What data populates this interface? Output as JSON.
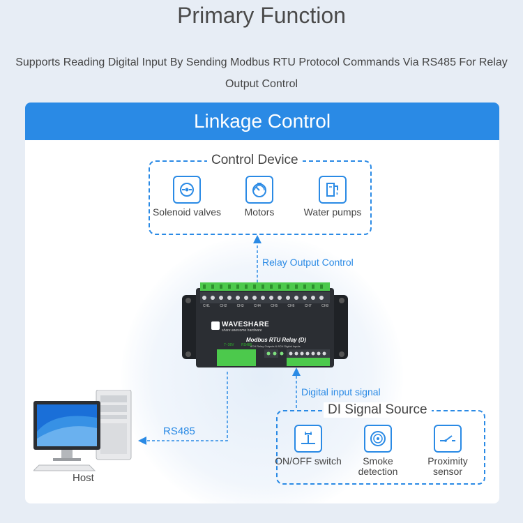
{
  "header": {
    "title": "Primary Function",
    "subtitle": "Supports Reading Digital Input By Sending Modbus RTU Protocol Commands Via RS485 For Relay Output Control"
  },
  "card": {
    "title": "Linkage Control",
    "control_device": {
      "title": "Control Device",
      "items": [
        {
          "label": "Solenoid valves",
          "icon": "solenoid-valve-icon"
        },
        {
          "label": "Motors",
          "icon": "motor-icon"
        },
        {
          "label": "Water pumps",
          "icon": "water-pump-icon"
        }
      ]
    },
    "di_source": {
      "title": "DI Signal Source",
      "items": [
        {
          "label": "ON/OFF switch",
          "icon": "switch-icon"
        },
        {
          "label": "Smoke detection",
          "icon": "smoke-detector-icon"
        },
        {
          "label": "Proximity sensor",
          "icon": "proximity-sensor-icon"
        }
      ]
    },
    "connections": {
      "relay_output": "Relay Output Control",
      "digital_input": "Digital input signal",
      "rs485": "RS485"
    },
    "host": {
      "label": "Host"
    },
    "device": {
      "brand": "WAVESHARE",
      "tagline": "share awesome hardware",
      "model": "Modbus RTU Relay (D)",
      "description": "8CH Relay Outputs & 8CH Digital Inputs",
      "channels": [
        "CH1",
        "CH2",
        "CH3",
        "CH4",
        "CH5",
        "CH6",
        "CH7",
        "CH8"
      ],
      "power_label": "7~36V",
      "rs485_label": "RS485"
    }
  },
  "colors": {
    "accent": "#2a8ae5",
    "background": "#e7edf5",
    "device_body": "#2b2e33",
    "terminal_green": "#4cc94c"
  }
}
